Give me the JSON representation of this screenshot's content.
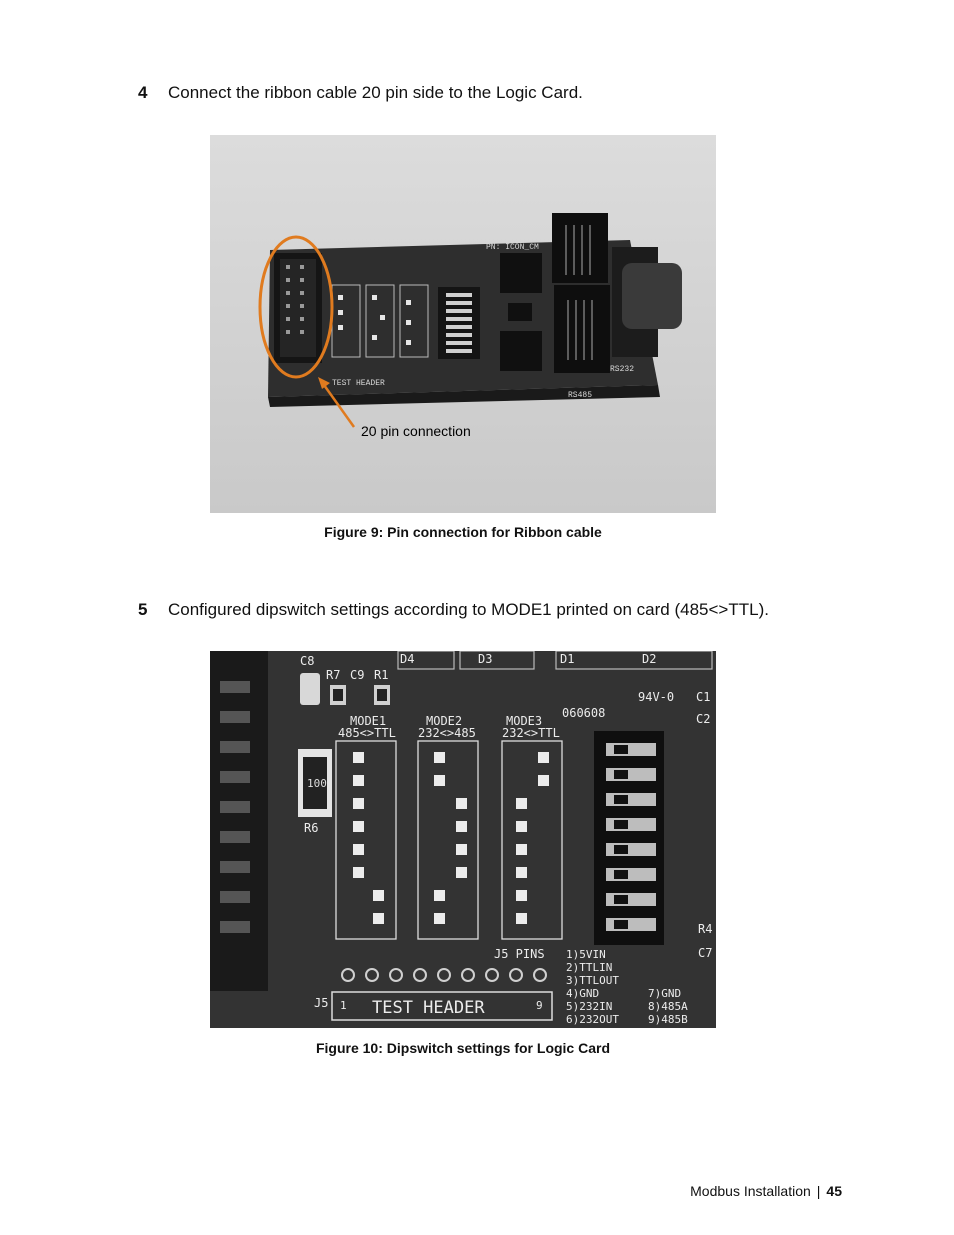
{
  "step4": {
    "number": "4",
    "text": "Connect the ribbon cable 20 pin side to the Logic Card."
  },
  "figure9": {
    "callout": "20 pin connection",
    "caption": "Figure 9: Pin connection for Ribbon cable",
    "board_labels": {
      "pn": "PN: ICON_CM",
      "test_header": "TEST HEADER",
      "rs232": "RS232",
      "rs485": "RS485"
    }
  },
  "step5": {
    "number": "5",
    "text": "Configured dipswitch settings according to MODE1 printed on card (485<>TTL)."
  },
  "figure10": {
    "caption": "Figure 10: Dipswitch settings for Logic Card",
    "board_labels": {
      "c8": "C8",
      "r7": "R7",
      "c9": "C9",
      "r1": "R1",
      "r6": "R6",
      "r6_value": "100",
      "d4": "D4",
      "d3": "D3",
      "d1": "D1",
      "d2": "D2",
      "c1": "C1",
      "c2": "C2",
      "mode1": "MODE1",
      "mode1_sub": "485<>TTL",
      "mode2": "MODE2",
      "mode2_sub": "232<>485",
      "mode3": "MODE3",
      "mode3_sub": "232<>TTL",
      "rating": "94V-0",
      "date": "060608",
      "j5_pins": "J5 PINS",
      "j5": "J5",
      "test_header": "TEST HEADER",
      "th_1": "1",
      "th_9": "9",
      "pins": [
        "1)5VIN",
        "2)TTLIN",
        "3)TTLOUT",
        "4)GND",
        "5)232IN",
        "6)232OUT"
      ],
      "pins_b": [
        "7)GND",
        "8)485A",
        "9)485B"
      ],
      "r4": "R4",
      "c7": "C7"
    }
  },
  "footer": {
    "section": "Modbus Installation",
    "separator": "|",
    "page": "45"
  }
}
